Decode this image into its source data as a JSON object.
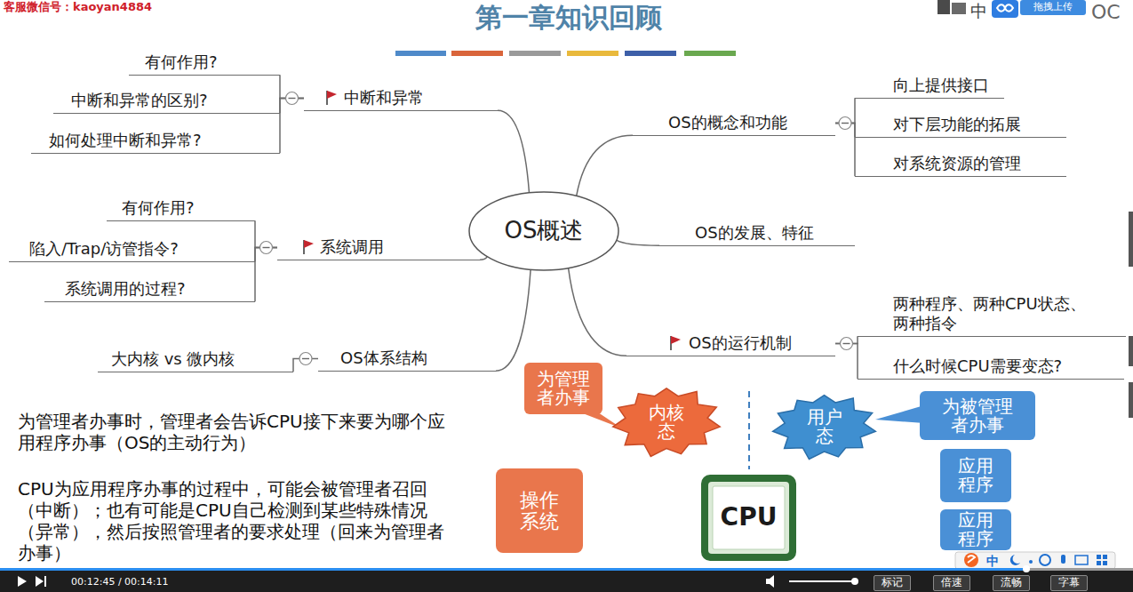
{
  "diagram": {
    "title": "第一章知识回顾",
    "nodes": [
      {
        "text": [
          "OS概述"
        ]
      },
      {
        "text": [
          "中断和异常"
        ]
      },
      {
        "text": [
          "有何作用?"
        ]
      },
      {
        "text": [
          "中断和异常的区别?"
        ]
      },
      {
        "text": [
          "如何处理中断和异常?"
        ]
      },
      {
        "text": [
          "系统调用"
        ]
      },
      {
        "text": [
          "有何作用?"
        ]
      },
      {
        "text": [
          "陷入/Trap/访管指令?"
        ]
      },
      {
        "text": [
          "系统调用的过程?"
        ]
      },
      {
        "text": [
          "OS体系结构"
        ]
      },
      {
        "text": [
          "大内核 vs 微内核"
        ]
      },
      {
        "text": [
          "OS的概念和功能"
        ]
      },
      {
        "text": [
          "向上提供接口"
        ]
      },
      {
        "text": [
          "对下层功能的拓展"
        ]
      },
      {
        "text": [
          "对系统资源的管理"
        ]
      },
      {
        "text": [
          "OS的发展、特征"
        ]
      },
      {
        "text": [
          "OS的运行机制"
        ]
      },
      {
        "text": [
          "两种程序、两种CPU状态、两种指令"
        ]
      },
      {
        "text": [
          "什么时候CPU需要变态?"
        ]
      },
      {
        "text": [
          "为管理者办事"
        ]
      },
      {
        "text": [
          "内核态"
        ]
      },
      {
        "text": [
          "用户态"
        ]
      },
      {
        "text": [
          "为被管理者办事"
        ]
      },
      {
        "text": [
          "操作系统"
        ]
      },
      {
        "text": [
          "CPU"
        ]
      },
      {
        "text": [
          "应用程序"
        ]
      },
      {
        "text": [
          "应用程序"
        ]
      },
      {
        "text": [
          "拖拽上传"
        ]
      },
      {
        "text": [
          "标记"
        ]
      },
      {
        "text": [
          "倍速"
        ]
      },
      {
        "text": [
          "流畅"
        ]
      },
      {
        "text": [
          "字幕"
        ]
      }
    ],
    "edges": [
      {
        "from": 0,
        "to": 1,
        "arrow": "none"
      },
      {
        "from": 0,
        "to": 5,
        "arrow": "none"
      },
      {
        "from": 0,
        "to": 9,
        "arrow": "none"
      },
      {
        "from": 0,
        "to": 11,
        "arrow": "none"
      },
      {
        "from": 0,
        "to": 15,
        "arrow": "none"
      },
      {
        "from": 0,
        "to": 16,
        "arrow": "none"
      },
      {
        "from": 1,
        "to": 2,
        "arrow": "none"
      },
      {
        "from": 1,
        "to": 3,
        "arrow": "none"
      },
      {
        "from": 1,
        "to": 4,
        "arrow": "none"
      },
      {
        "from": 5,
        "to": 6,
        "arrow": "none"
      },
      {
        "from": 5,
        "to": 7,
        "arrow": "none"
      },
      {
        "from": 5,
        "to": 8,
        "arrow": "none"
      },
      {
        "from": 9,
        "to": 10,
        "arrow": "none"
      },
      {
        "from": 11,
        "to": 12,
        "arrow": "none"
      },
      {
        "from": 11,
        "to": 13,
        "arrow": "none"
      },
      {
        "from": 11,
        "to": 14,
        "arrow": "none"
      },
      {
        "from": 16,
        "to": 17,
        "arrow": "none"
      },
      {
        "from": 16,
        "to": 18,
        "arrow": "none"
      }
    ],
    "labels": [
      "客服微信号：kaoyan4884",
      "中",
      "OC",
      "为管理者办事时，管理者会告诉CPU接下来要为哪个应用程序办事（OS的主动行为）",
      "CPU为应用程序办事的过程中，可能会被管理者召回（中断）；也有可能是CPU自己检测到某些特殊情况（异常），然后按照管理者的要求处理（回来为管理者办事）",
      "00:12:45 / 00:14:11",
      "中"
    ]
  }
}
